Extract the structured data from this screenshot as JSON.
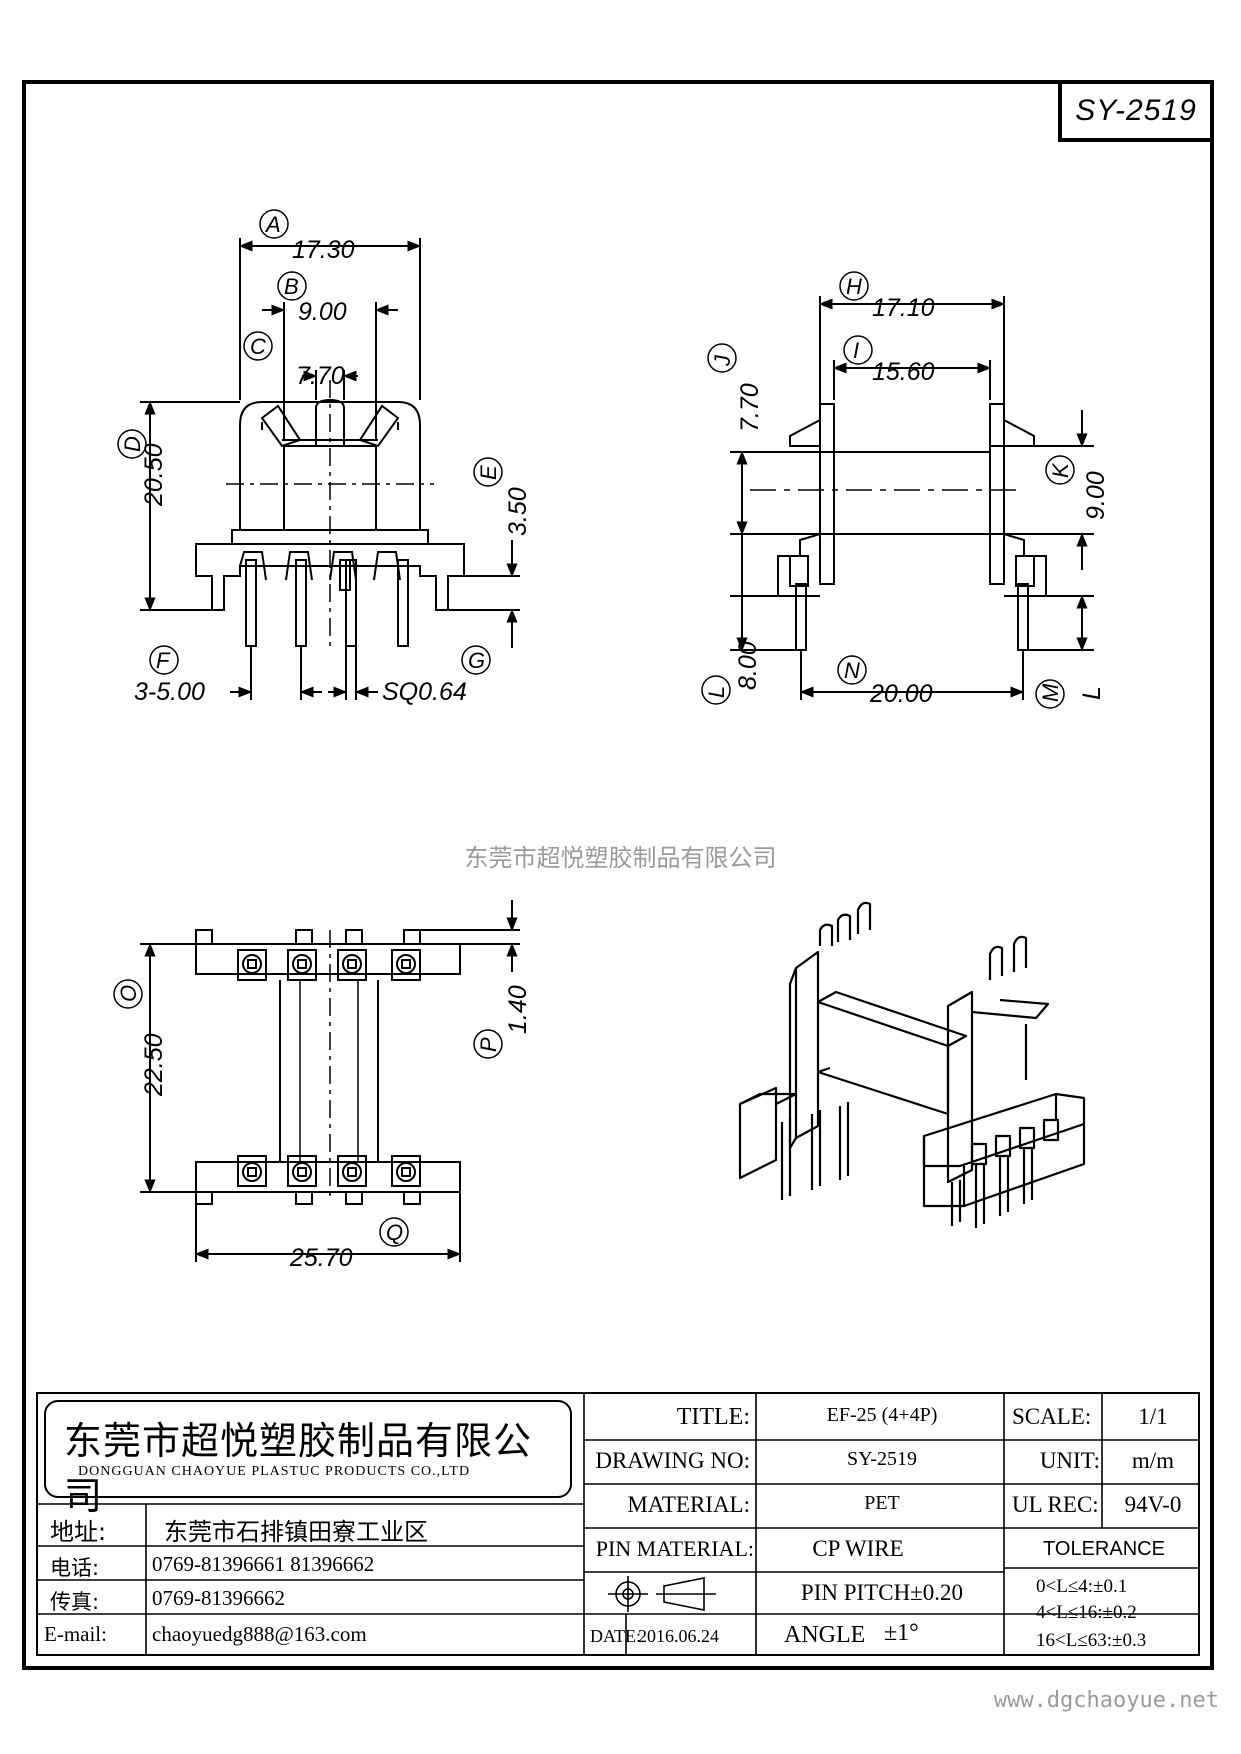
{
  "drawing_code": "SY-2519",
  "watermark": "东莞市超悦塑胶制品有限公司",
  "website": "www.dgchaoyue.net",
  "front_view": {
    "dims": {
      "a": "17.30",
      "b": "9.00",
      "c": "7.70",
      "d": "20.50",
      "e": "3.50",
      "f": "3-5.00",
      "g": "SQ0.64"
    },
    "labels": {
      "a": "A",
      "b": "B",
      "c": "C",
      "d": "D",
      "e": "E",
      "f": "F",
      "g": "G"
    }
  },
  "side_view": {
    "dims": {
      "h": "17.10",
      "i": "15.60",
      "j": "7.70",
      "k": "9.00",
      "l": "8.00",
      "n": "20.00",
      "m": "L"
    },
    "labels": {
      "h": "H",
      "i": "I",
      "j": "J",
      "k": "K",
      "l": "L",
      "n": "N",
      "m": "M"
    }
  },
  "bottom_view": {
    "dims": {
      "o": "22.50",
      "p": "1.40",
      "q": "25.70"
    },
    "labels": {
      "o": "O",
      "p": "P",
      "q": "Q"
    }
  },
  "title_block": {
    "company_cn": "东莞市超悦塑胶制品有限公司",
    "company_en": "DONGGUAN CHAOYUE PLASTUC PRODUCTS CO.,LTD",
    "address_label": "地址:",
    "address": "东莞市石排镇田寮工业区",
    "phone_label": "电话:",
    "phone": "0769-81396661  81396662",
    "fax_label": "传真:",
    "fax": "0769-81396662",
    "email_label": "E-mail:",
    "email": "chaoyuedg888@163.com",
    "title_label": "TITLE:",
    "title": "EF-25 (4+4P)",
    "drawing_no_label": "DRAWING NO:",
    "drawing_no": "SY-2519",
    "material_label": "MATERIAL:",
    "material": "PET",
    "pin_material_label": "PIN MATERIAL:",
    "pin_material": "CP WIRE",
    "pin_pitch": "PIN PITCH±0.20",
    "angle_label": "ANGLE",
    "angle": "±1°",
    "date_label": "DATE:",
    "date": "2016.06.24",
    "scale_label": "SCALE:",
    "scale": "1/1",
    "unit_label": "UNIT:",
    "unit": "m/m",
    "ul_label": "UL REC:",
    "ul": "94V-0",
    "tolerance_label": "TOLERANCE",
    "tolerances": [
      "0<L≤4:±0.1",
      "4<L≤16:±0.2",
      "16<L≤63:±0.3"
    ]
  }
}
